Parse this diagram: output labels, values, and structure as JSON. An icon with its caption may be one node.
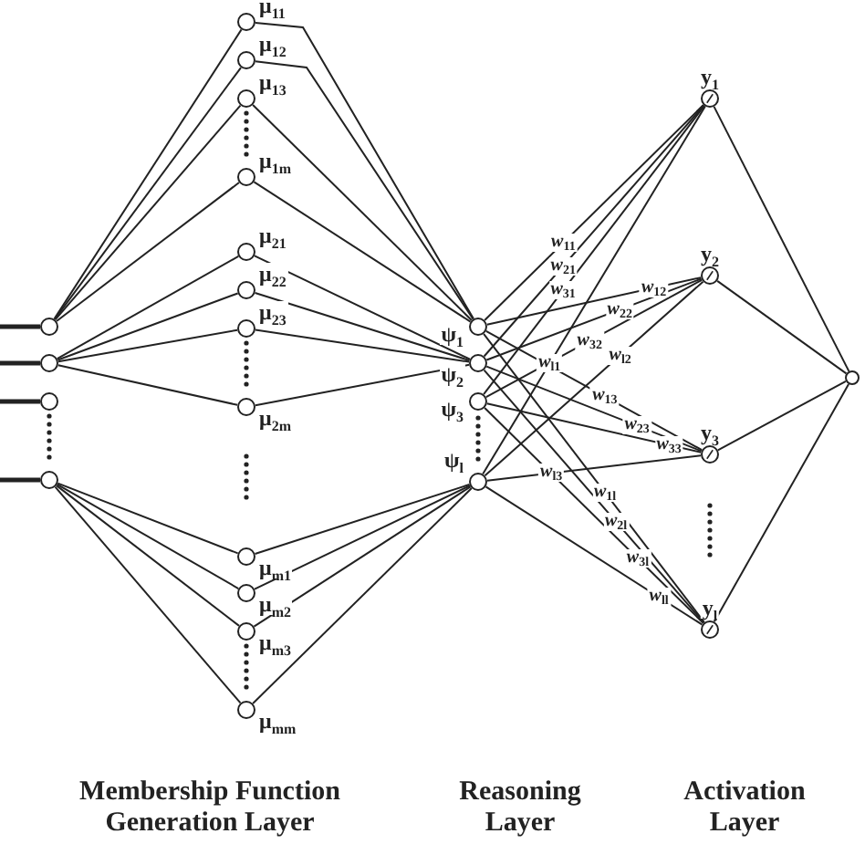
{
  "diagram": {
    "nodes": [
      {
        "text": [],
        "shape": "circle"
      },
      {
        "text": [],
        "shape": "circle"
      },
      {
        "text": [],
        "shape": "circle"
      },
      {
        "text": [],
        "shape": "circle"
      },
      {
        "text": [
          "μ$_{11}$"
        ]
      },
      {
        "text": [
          "μ$_{12}$"
        ]
      },
      {
        "text": [
          "μ$_{13}$"
        ]
      },
      {
        "text": [
          "μ$_{1m}$"
        ]
      },
      {
        "text": [
          "μ$_{21}$"
        ]
      },
      {
        "text": [
          "μ$_{22}$"
        ]
      },
      {
        "text": [
          "μ$_{23}$"
        ]
      },
      {
        "text": [
          "μ$_{2m}$"
        ]
      },
      {
        "text": [
          "μ$_{m1}$"
        ]
      },
      {
        "text": [
          "μ$_{m2}$"
        ]
      },
      {
        "text": [
          "μ$_{m3}$"
        ]
      },
      {
        "text": [
          "μ$_{mm}$"
        ]
      },
      {
        "text": [
          "ψ$_{1}$"
        ]
      },
      {
        "text": [
          "ψ$_{2}$"
        ]
      },
      {
        "text": [
          "ψ$_{3}$"
        ]
      },
      {
        "text": [
          "ψ$_{l}$"
        ]
      },
      {
        "text": [
          "y$_{1}$"
        ]
      },
      {
        "text": [
          "y$_{2}$"
        ]
      },
      {
        "text": [
          "y$_{3}$"
        ]
      },
      {
        "text": [
          "y$_{l}$"
        ]
      },
      {
        "text": [],
        "shape": "circle"
      }
    ],
    "edges": [
      {
        "from": null,
        "to": 0,
        "arrow": "none",
        "style": "thick"
      },
      {
        "from": null,
        "to": 1,
        "arrow": "none",
        "style": "thick"
      },
      {
        "from": null,
        "to": 2,
        "arrow": "none",
        "style": "thick"
      },
      {
        "from": null,
        "to": 3,
        "arrow": "none",
        "style": "thick"
      },
      {
        "from": 0,
        "to": 4,
        "arrow": "none"
      },
      {
        "from": 0,
        "to": 5,
        "arrow": "none"
      },
      {
        "from": 0,
        "to": 6,
        "arrow": "none"
      },
      {
        "from": 0,
        "to": 7,
        "arrow": "none"
      },
      {
        "from": 1,
        "to": 8,
        "arrow": "none"
      },
      {
        "from": 1,
        "to": 9,
        "arrow": "none"
      },
      {
        "from": 1,
        "to": 10,
        "arrow": "none"
      },
      {
        "from": 1,
        "to": 11,
        "arrow": "none"
      },
      {
        "from": 3,
        "to": 12,
        "arrow": "none"
      },
      {
        "from": 3,
        "to": 13,
        "arrow": "none"
      },
      {
        "from": 3,
        "to": 14,
        "arrow": "none"
      },
      {
        "from": 3,
        "to": 15,
        "arrow": "none"
      },
      {
        "from": 4,
        "to": 16,
        "arrow": "none"
      },
      {
        "from": 5,
        "to": 16,
        "arrow": "none"
      },
      {
        "from": 6,
        "to": 16,
        "arrow": "none"
      },
      {
        "from": 7,
        "to": 16,
        "arrow": "none"
      },
      {
        "from": 8,
        "to": 17,
        "arrow": "none"
      },
      {
        "from": 9,
        "to": 17,
        "arrow": "none"
      },
      {
        "from": 10,
        "to": 17,
        "arrow": "none"
      },
      {
        "from": 11,
        "to": 17,
        "arrow": "none"
      },
      {
        "from": 12,
        "to": 19,
        "arrow": "none"
      },
      {
        "from": 13,
        "to": 19,
        "arrow": "none"
      },
      {
        "from": 14,
        "to": 19,
        "arrow": "none"
      },
      {
        "from": 15,
        "to": 19,
        "arrow": "none"
      },
      {
        "from": 16,
        "to": 20,
        "arrow": "none",
        "label": "w$_{11}$"
      },
      {
        "from": 17,
        "to": 20,
        "arrow": "none",
        "label": "w$_{21}$"
      },
      {
        "from": 18,
        "to": 20,
        "arrow": "none",
        "label": "w$_{31}$"
      },
      {
        "from": 19,
        "to": 20,
        "arrow": "none",
        "label": "w$_{l1}$"
      },
      {
        "from": 16,
        "to": 21,
        "arrow": "none",
        "label": "w$_{12}$"
      },
      {
        "from": 17,
        "to": 21,
        "arrow": "none",
        "label": "w$_{22}$"
      },
      {
        "from": 18,
        "to": 21,
        "arrow": "none",
        "label": "w$_{32}$"
      },
      {
        "from": 19,
        "to": 21,
        "arrow": "none",
        "label": "w$_{l2}$"
      },
      {
        "from": 16,
        "to": 22,
        "arrow": "none",
        "label": "w$_{13}$"
      },
      {
        "from": 17,
        "to": 22,
        "arrow": "none",
        "label": "w$_{23}$"
      },
      {
        "from": 18,
        "to": 22,
        "arrow": "none",
        "label": "w$_{33}$"
      },
      {
        "from": 19,
        "to": 22,
        "arrow": "none",
        "label": "w$_{l3}$"
      },
      {
        "from": 16,
        "to": 23,
        "arrow": "none",
        "label": "w$_{1l}$"
      },
      {
        "from": 17,
        "to": 23,
        "arrow": "none",
        "label": "w$_{2l}$"
      },
      {
        "from": 18,
        "to": 23,
        "arrow": "none",
        "label": "w$_{3l}$"
      },
      {
        "from": 19,
        "to": 23,
        "arrow": "none",
        "label": "w$_{ll}$"
      },
      {
        "from": 20,
        "to": 24,
        "arrow": "none"
      },
      {
        "from": 21,
        "to": 24,
        "arrow": "none"
      },
      {
        "from": 22,
        "to": 24,
        "arrow": "none"
      },
      {
        "from": 23,
        "to": 24,
        "arrow": "none"
      }
    ],
    "labels": [
      "Membership Function Generation Layer",
      "Reasoning Layer",
      "Activation Layer"
    ]
  }
}
